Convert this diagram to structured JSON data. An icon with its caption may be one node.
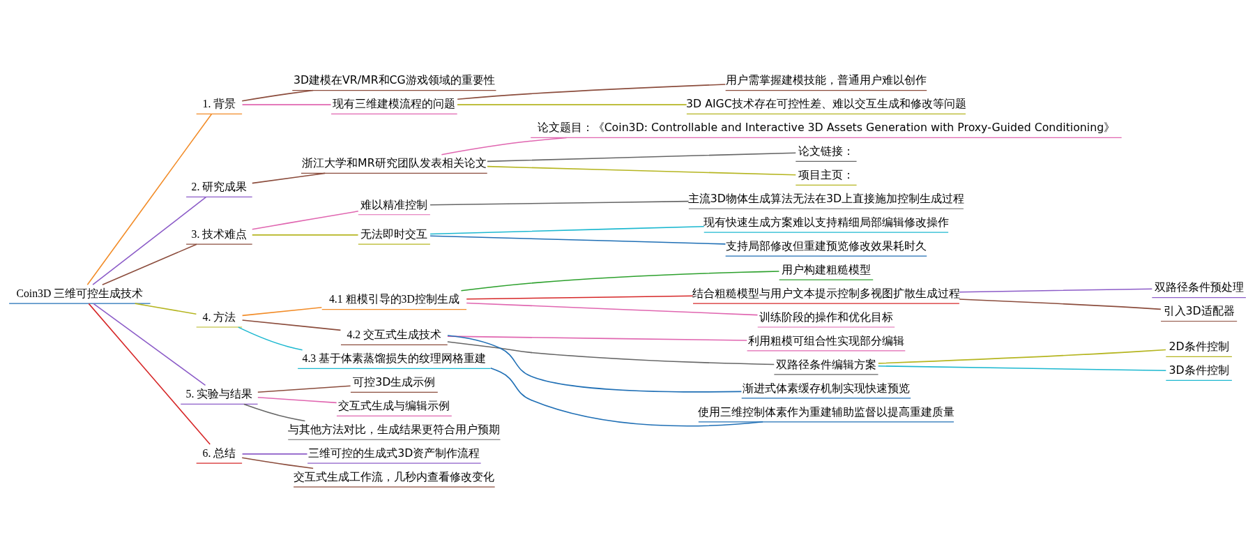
{
  "diagram": {
    "nodes": [
      {
        "text": [
          "Coin3D 三维可控生成技术"
        ]
      },
      {
        "text": [
          "1. 背景"
        ]
      },
      {
        "text": [
          "3D建模在VR/MR和CG游戏领域的重要性"
        ]
      },
      {
        "text": [
          "现有三维建模流程的问题"
        ]
      },
      {
        "text": [
          "用户需掌握建模技能，普通用户难以创作"
        ]
      },
      {
        "text": [
          "3D AIGC技术存在可控性差、难以交互生成和修改等问题"
        ]
      },
      {
        "text": [
          "2. 研究成果"
        ]
      },
      {
        "text": [
          "浙江大学和MR研究团队发表相关论文"
        ]
      },
      {
        "text": [
          "论文题目：《Coin3D: Controllable and Interactive 3D Assets Generation with Proxy-Guided Conditioning》"
        ]
      },
      {
        "text": [
          "论文链接："
        ]
      },
      {
        "text": [
          "项目主页："
        ]
      },
      {
        "text": [
          "3. 技术难点"
        ]
      },
      {
        "text": [
          "难以精准控制"
        ]
      },
      {
        "text": [
          "主流3D物体生成算法无法在3D上直接施加控制生成过程"
        ]
      },
      {
        "text": [
          "无法即时交互"
        ]
      },
      {
        "text": [
          "现有快速生成方案难以支持精细局部编辑修改操作"
        ]
      },
      {
        "text": [
          "支持局部修改但重建预览修改效果耗时久"
        ]
      },
      {
        "text": [
          "4. 方法"
        ]
      },
      {
        "text": [
          "4.1 粗模引导的3D控制生成"
        ]
      },
      {
        "text": [
          "用户构建粗糙模型"
        ]
      },
      {
        "text": [
          "结合粗糙模型与用户文本提示控制多视图扩散生成过程"
        ]
      },
      {
        "text": [
          "双路径条件预处理"
        ]
      },
      {
        "text": [
          "引入3D适配器"
        ]
      },
      {
        "text": [
          "训练阶段的操作和优化目标"
        ]
      },
      {
        "text": [
          "4.2 交互式生成技术"
        ]
      },
      {
        "text": [
          "利用粗模可组合性实现部分编辑"
        ]
      },
      {
        "text": [
          "双路径条件编辑方案"
        ]
      },
      {
        "text": [
          "2D条件控制"
        ]
      },
      {
        "text": [
          "3D条件控制"
        ]
      },
      {
        "text": [
          "渐进式体素缓存机制实现快速预览"
        ]
      },
      {
        "text": [
          "4.3 基于体素蒸馏损失的纹理网格重建"
        ]
      },
      {
        "text": [
          "使用三维控制体素作为重建辅助监督以提高重建质量"
        ]
      },
      {
        "text": [
          "5. 实验与结果"
        ]
      },
      {
        "text": [
          "可控3D生成示例"
        ]
      },
      {
        "text": [
          "交互式生成与编辑示例"
        ]
      },
      {
        "text": [
          "与其他方法对比，生成结果更符合用户预期"
        ]
      },
      {
        "text": [
          "6. 总结"
        ]
      },
      {
        "text": [
          "三维可控的生成式3D资产制作流程"
        ]
      },
      {
        "text": [
          "交互式生成工作流，几秒内查看修改变化"
        ]
      }
    ],
    "edges": [
      {
        "from": 0,
        "to": 1,
        "arrow": "none",
        "color": "#f28c28"
      },
      {
        "from": 1,
        "to": 2,
        "arrow": "none",
        "color": "#8b4c3c"
      },
      {
        "from": 1,
        "to": 3,
        "arrow": "none",
        "color": "#e066b0"
      },
      {
        "from": 3,
        "to": 4,
        "arrow": "none",
        "color": "#8b4c3c"
      },
      {
        "from": 3,
        "to": 5,
        "arrow": "none",
        "color": "#b5b520"
      },
      {
        "from": 0,
        "to": 6,
        "arrow": "none",
        "color": "#8c5cc8"
      },
      {
        "from": 6,
        "to": 7,
        "arrow": "none",
        "color": "#8b4c3c"
      },
      {
        "from": 7,
        "to": 8,
        "arrow": "none",
        "color": "#e066b0"
      },
      {
        "from": 7,
        "to": 9,
        "arrow": "none",
        "color": "#666666"
      },
      {
        "from": 7,
        "to": 10,
        "arrow": "none",
        "color": "#b5b520"
      },
      {
        "from": 0,
        "to": 11,
        "arrow": "none",
        "color": "#8b4c3c"
      },
      {
        "from": 11,
        "to": 12,
        "arrow": "none",
        "color": "#e066b0"
      },
      {
        "from": 12,
        "to": 13,
        "arrow": "none",
        "color": "#666666"
      },
      {
        "from": 11,
        "to": 14,
        "arrow": "none",
        "color": "#b5b520"
      },
      {
        "from": 14,
        "to": 15,
        "arrow": "none",
        "color": "#1cb8d0"
      },
      {
        "from": 14,
        "to": 16,
        "arrow": "none",
        "color": "#1f6fb5"
      },
      {
        "from": 0,
        "to": 17,
        "arrow": "none",
        "color": "#b5b520"
      },
      {
        "from": 17,
        "to": 18,
        "arrow": "none",
        "color": "#f28c28"
      },
      {
        "from": 18,
        "to": 19,
        "arrow": "none",
        "color": "#2ca02c"
      },
      {
        "from": 18,
        "to": 20,
        "arrow": "none",
        "color": "#d62728"
      },
      {
        "from": 20,
        "to": 21,
        "arrow": "none",
        "color": "#8c5cc8"
      },
      {
        "from": 20,
        "to": 22,
        "arrow": "none",
        "color": "#8b4c3c"
      },
      {
        "from": 18,
        "to": 23,
        "arrow": "none",
        "color": "#e066b0"
      },
      {
        "from": 17,
        "to": 24,
        "arrow": "none",
        "color": "#8b4c3c"
      },
      {
        "from": 24,
        "to": 25,
        "arrow": "none",
        "color": "#e066b0"
      },
      {
        "from": 24,
        "to": 26,
        "arrow": "none",
        "color": "#666666"
      },
      {
        "from": 26,
        "to": 27,
        "arrow": "none",
        "color": "#b5b520"
      },
      {
        "from": 26,
        "to": 28,
        "arrow": "none",
        "color": "#1cb8d0"
      },
      {
        "from": 24,
        "to": 29,
        "arrow": "none",
        "color": "#1f6fb5"
      },
      {
        "from": 17,
        "to": 30,
        "arrow": "none",
        "color": "#1cb8d0"
      },
      {
        "from": 30,
        "to": 31,
        "arrow": "none",
        "color": "#1f6fb5"
      },
      {
        "from": 0,
        "to": 32,
        "arrow": "none",
        "color": "#8c5cc8"
      },
      {
        "from": 32,
        "to": 33,
        "arrow": "none",
        "color": "#8b4c3c"
      },
      {
        "from": 32,
        "to": 34,
        "arrow": "none",
        "color": "#e066b0"
      },
      {
        "from": 32,
        "to": 35,
        "arrow": "none",
        "color": "#666666"
      },
      {
        "from": 0,
        "to": 36,
        "arrow": "none",
        "color": "#d62728"
      },
      {
        "from": 36,
        "to": 37,
        "arrow": "none",
        "color": "#8c5cc8"
      },
      {
        "from": 36,
        "to": 38,
        "arrow": "none",
        "color": "#8b4c3c"
      }
    ]
  }
}
